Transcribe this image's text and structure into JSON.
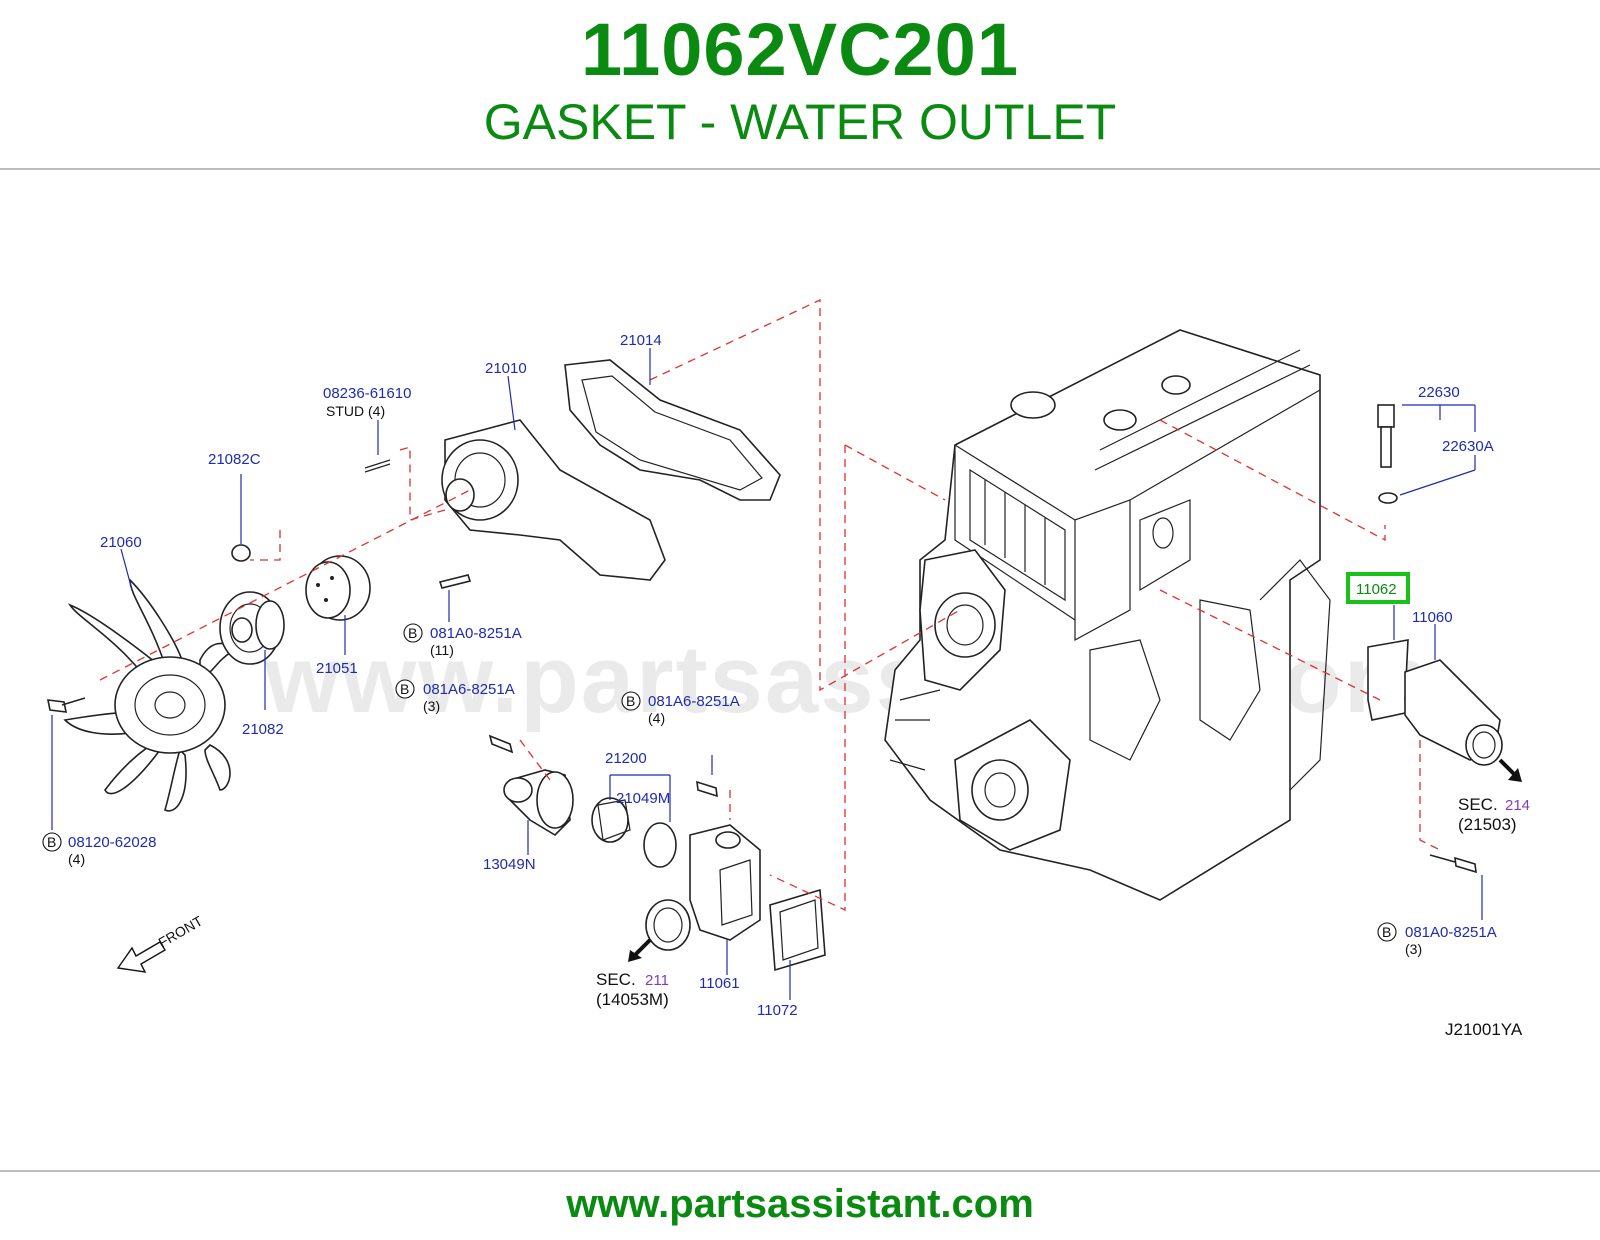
{
  "header": {
    "part_number": "11062VC201",
    "part_name": "GASKET - WATER OUTLET"
  },
  "footer": {
    "url": "www.partsassistant.com"
  },
  "diagram": {
    "watermark": "www.partsassistant.com",
    "figure_code": "J21001YA",
    "front_label": "FRONT",
    "highlighted_part": "11062",
    "labels": {
      "p21014": "21014",
      "p21010": "21010",
      "p08236": "08236-61610",
      "stud": "STUD  (4)",
      "p21082c": "21082C",
      "p21060": "21060",
      "p21051": "21051",
      "p21082": "21082",
      "p081a0_11": "081A0-8251A",
      "q11": "(11)",
      "p081a6_3": "081A6-8251A",
      "q3a": "(3)",
      "p081a6_4": "081A6-8251A",
      "q4a": "(4)",
      "p08120": "08120-62028",
      "q4b": "(4)",
      "p21200": "21200",
      "p21049m": "21049M",
      "p13049n": "13049N",
      "p11061": "11061",
      "p11072": "11072",
      "sec_label": "SEC.",
      "sec211": "211",
      "sec211_sub": "(14053M)",
      "p22630": "22630",
      "p22630a": "22630A",
      "p11062": "11062",
      "p11060": "11060",
      "sec214": "214",
      "sec214_sub": "(21503)",
      "p081a0_3": "081A0-8251A",
      "q3b": "(3)",
      "b": "B"
    }
  }
}
